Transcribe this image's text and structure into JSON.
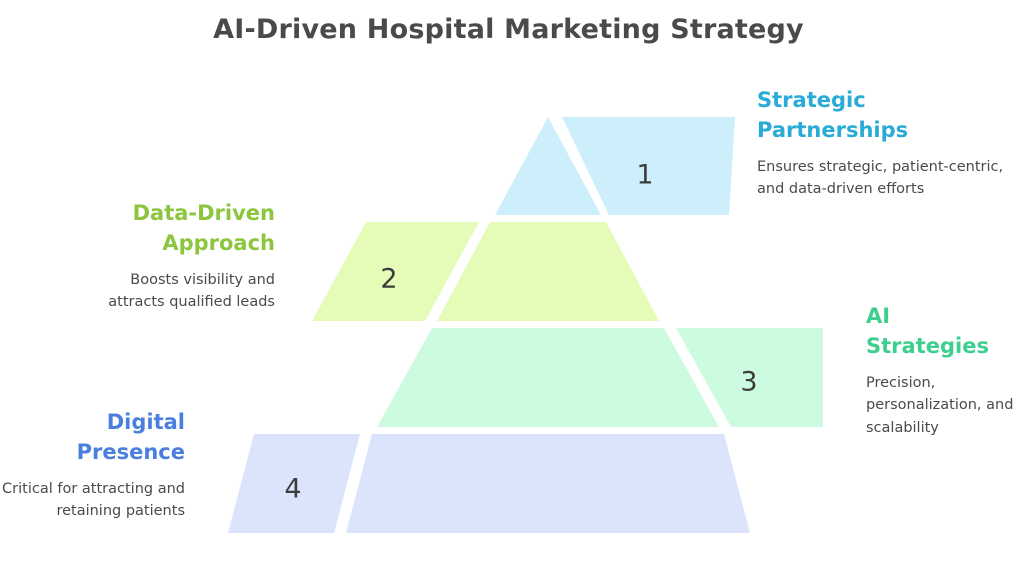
{
  "title": "AI-Driven Hospital Marketing Strategy",
  "colors": {
    "background": "#ffffff",
    "title_text": "#4a4a4a",
    "body_text": "#4a4a4a",
    "number_text": "#3d3d3d",
    "level1_fill": "#CDEFFB",
    "level2_fill": "#E4FCB8",
    "level3_fill": "#CCFBE0",
    "level4_fill": "#DCE4FB",
    "level1_accent": "#29ABD6",
    "level2_accent": "#8CC63E",
    "level3_accent": "#3ECF8E",
    "level4_accent": "#4A7FE0"
  },
  "levels": [
    {
      "number": "1",
      "heading": "Strategic Partnerships",
      "description": "Ensures strategic, patient-centric, and data-driven efforts",
      "side": "right",
      "accent": "#29ABD6",
      "fill": "#CDEFFB"
    },
    {
      "number": "2",
      "heading": "Data-Driven Approach",
      "description": "Boosts visibility and attracts qualified leads",
      "side": "left",
      "accent": "#8CC63E",
      "fill": "#E4FCB8"
    },
    {
      "number": "3",
      "heading": "AI Strategies",
      "description": "Precision, personalization, and scalability",
      "side": "right",
      "accent": "#3ECF8E",
      "fill": "#CCFBE0"
    },
    {
      "number": "4",
      "heading": "Digital Presence",
      "description": "Critical for attracting and retaining patients",
      "side": "left",
      "accent": "#4A7FE0",
      "fill": "#DCE4FB"
    }
  ],
  "chart_data": {
    "type": "pie",
    "title": "AI-Driven Hospital Marketing Strategy",
    "categories": [
      "Strategic Partnerships",
      "Data-Driven Approach",
      "AI Strategies",
      "Digital Presence"
    ],
    "values": [
      1,
      2,
      3,
      4
    ],
    "xlabel": "",
    "ylabel": ""
  }
}
